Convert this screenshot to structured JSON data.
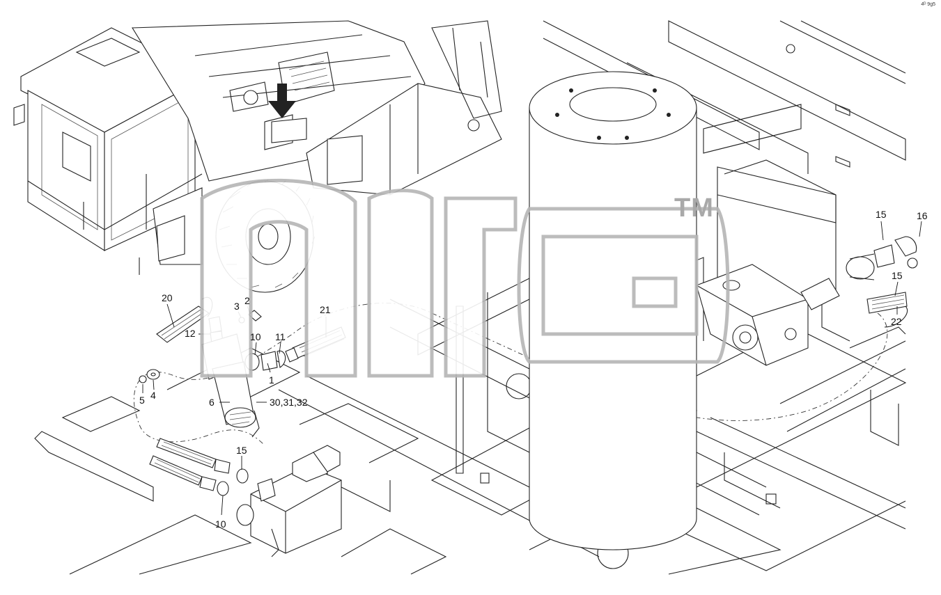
{
  "ref_code": "4ᴰ 9g5",
  "watermark": {
    "trademark": "TM",
    "color": "#b5b5b5"
  },
  "callouts": {
    "c20": "20",
    "c2": "2",
    "c3": "3",
    "c12": "12",
    "c21": "21",
    "c10a": "10",
    "c11": "11",
    "c1": "1",
    "c5": "5",
    "c4": "4",
    "c6": "6",
    "c30": "30,31,32",
    "c15a": "15",
    "c10b": "10",
    "c15b": "15",
    "c16": "16",
    "c15c": "15",
    "c22": "22"
  },
  "icons": [
    "location-arrow-icon"
  ]
}
